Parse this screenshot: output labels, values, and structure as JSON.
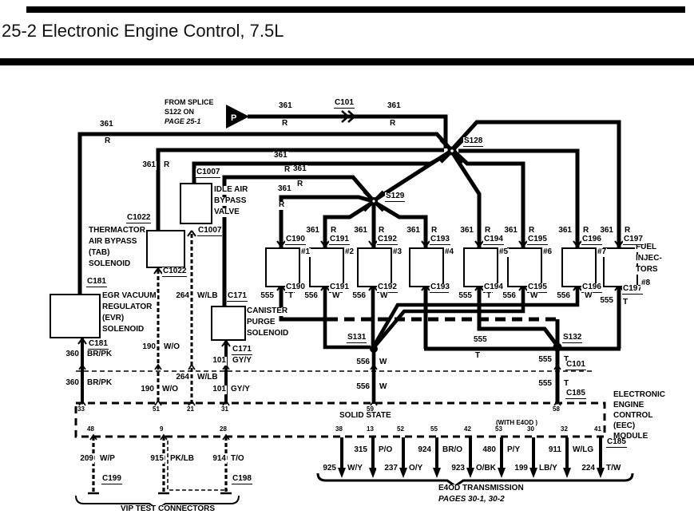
{
  "title": "25-2 Electronic Engine Control, 7.5L",
  "from_splice": {
    "lines": [
      "FROM SPLICE",
      "S122 ON",
      "PAGE 25-1"
    ],
    "marker": "P"
  },
  "top_run": {
    "n1": "361",
    "c1": "R",
    "conn": "C101",
    "n2": "361",
    "c2": "R"
  },
  "splices": {
    "s128": "S128",
    "s129": "S129",
    "s131": "S131",
    "s132": "S132"
  },
  "feeders": {
    "evr_n": "361",
    "evr_c": "R",
    "tab_n": "361",
    "tab_c": "R",
    "iab_n": "361",
    "iab_c": "R",
    "canp_n": "361",
    "canp_c": "R",
    "inj1_n": "361",
    "inj1_c": "R"
  },
  "injectors": [
    {
      "conn": "C190",
      "tag": "#1",
      "feed_n": "",
      "feed_c": "",
      "out_n": "555",
      "out_c": "T"
    },
    {
      "conn": "C191",
      "tag": "#2",
      "feed_n": "361",
      "feed_c": "R",
      "out_n": "556",
      "out_c": "W"
    },
    {
      "conn": "C192",
      "tag": "#3",
      "feed_n": "361",
      "feed_c": "R",
      "out_n": "556",
      "out_c": "W"
    },
    {
      "conn": "C193",
      "tag": "#4",
      "feed_n": "361",
      "feed_c": "R",
      "out_n": "",
      "out_c": ""
    },
    {
      "conn": "C194",
      "tag": "#5",
      "feed_n": "361",
      "feed_c": "R",
      "out_n": "555",
      "out_c": "T"
    },
    {
      "conn": "C195",
      "tag": "#6",
      "feed_n": "361",
      "feed_c": "R",
      "out_n": "556",
      "out_c": "W"
    },
    {
      "conn": "C196",
      "tag": "#7",
      "feed_n": "361",
      "feed_c": "R",
      "out_n": "556",
      "out_c": "W"
    },
    {
      "conn": "C197",
      "tag": "#8",
      "feed_n": "361",
      "feed_c": "R",
      "out_n": "555",
      "out_c": "T"
    }
  ],
  "injector_caption": [
    "FUEL",
    "INJEC-",
    "TORS"
  ],
  "components": {
    "tab": {
      "conn_top": "C1022",
      "name": [
        "THERMACTOR",
        "AIR BYPASS",
        "(TAB)",
        "SOLENOID"
      ],
      "conn_bot": "C1022",
      "w_n": "190",
      "w_c": "W/O"
    },
    "iab": {
      "conn_top": "C1007",
      "name": [
        "IDLE AIR",
        "BYPASS",
        "VALVE"
      ],
      "conn_bot": "C1007",
      "w_n": "264",
      "w_c": "W/LB"
    },
    "evr": {
      "conn_top": "C181",
      "name": [
        "EGR VACUUM",
        "REGULATOR",
        "(EVR)",
        "SOLENOID"
      ],
      "conn_bot": "C181",
      "w_n": "360",
      "w_c": "BR/PK"
    },
    "canp": {
      "conn_top": "C171",
      "name": [
        "CANISTER",
        "PURGE",
        "SOLENOID"
      ],
      "conn_bot": "C171",
      "w_n": "101",
      "w_c": "GY/Y"
    }
  },
  "bus": {
    "n": "555",
    "c": "T"
  },
  "s131_out": {
    "n": "556",
    "c": "W"
  },
  "s132_out": {
    "n1": "555",
    "c1": "T",
    "conn1": "C101",
    "n2": "555",
    "c2": "T",
    "conn2": "C185"
  },
  "eec": {
    "top_pins": [
      "33",
      "51",
      "21",
      "31",
      "59",
      "58"
    ],
    "solid_state": "SOLID STATE",
    "with_e4od": "(WITH E4OD )",
    "left_pins": [
      "48",
      "9",
      "28"
    ],
    "right_pins": [
      "38",
      "13",
      "52",
      "55",
      "42",
      "53",
      "30",
      "32",
      "41"
    ],
    "name": [
      "ELECTRONIC",
      "ENGINE",
      "CONTROL",
      "(EEC)",
      "MODULE"
    ],
    "conn": "C185"
  },
  "vip": {
    "wires": [
      {
        "n": "209",
        "c": "W/P"
      },
      {
        "n": "915",
        "c": "PK/LB"
      },
      {
        "n": "914",
        "c": "T/O"
      }
    ],
    "conn1": "C199",
    "conn2": "C198",
    "caption": "VIP TEST CONNECTORS"
  },
  "e4od": {
    "wires": [
      {
        "n": "925",
        "c": "W/Y"
      },
      {
        "n": "315",
        "c": "P/O"
      },
      {
        "n": "237",
        "c": "O/Y"
      },
      {
        "n": "924",
        "c": "BR/O"
      },
      {
        "n": "923",
        "c": "O/BK"
      },
      {
        "n": "480",
        "c": "P/Y"
      },
      {
        "n": "199",
        "c": "LB/Y"
      },
      {
        "n": "911",
        "c": "W/LG"
      },
      {
        "n": "224",
        "c": "T/W"
      }
    ],
    "title": "E4OD TRANSMISSION",
    "pages": "PAGES 30-1, 30-2"
  },
  "ink": "#000000"
}
